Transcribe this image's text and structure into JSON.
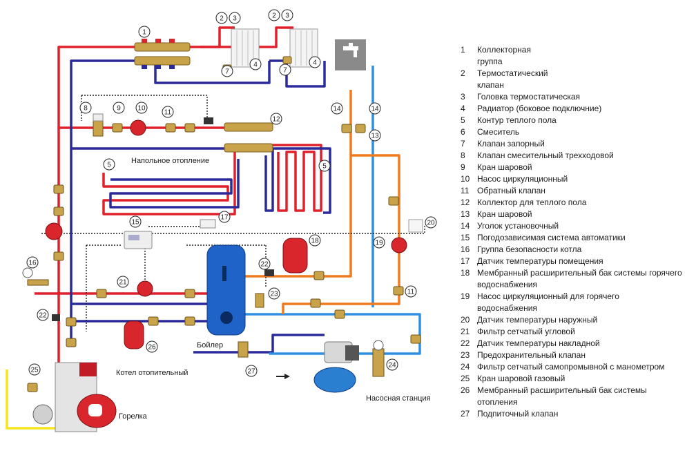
{
  "colors": {
    "hot": "#e0202a",
    "return": "#2a2a9a",
    "cold": "#2f8fe0",
    "dhw": "#f07a1e",
    "gas": "#f5e51a",
    "boiler_tank": "#1f63c8",
    "expansion_tank": "#d9262c",
    "signal": "#222222"
  },
  "diagram": {
    "labels": {
      "floor_heating": "Напольное отопление",
      "boiler": "Бойлер",
      "heating_boiler": "Котел отопительный",
      "burner": "Горелка",
      "pump_station": "Насосная станция"
    },
    "callouts": [
      {
        "id": "c1",
        "text": "1"
      },
      {
        "id": "c2a",
        "text": "2"
      },
      {
        "id": "c3a",
        "text": "3"
      },
      {
        "id": "c2b",
        "text": "2"
      },
      {
        "id": "c3b",
        "text": "3"
      },
      {
        "id": "c4a",
        "text": "4"
      },
      {
        "id": "c4b",
        "text": "4"
      },
      {
        "id": "c7a",
        "text": "7"
      },
      {
        "id": "c7b",
        "text": "7"
      },
      {
        "id": "c8",
        "text": "8"
      },
      {
        "id": "c9",
        "text": "9"
      },
      {
        "id": "c10",
        "text": "10"
      },
      {
        "id": "c11a",
        "text": "11"
      },
      {
        "id": "c12",
        "text": "12"
      },
      {
        "id": "c5a",
        "text": "5"
      },
      {
        "id": "c5b",
        "text": "5"
      },
      {
        "id": "c14a",
        "text": "14"
      },
      {
        "id": "c14b",
        "text": "14"
      },
      {
        "id": "c13",
        "text": "13"
      },
      {
        "id": "c15",
        "text": "15"
      },
      {
        "id": "c17",
        "text": "17"
      },
      {
        "id": "c16",
        "text": "16"
      },
      {
        "id": "c18",
        "text": "18"
      },
      {
        "id": "c19",
        "text": "19"
      },
      {
        "id": "c20",
        "text": "20"
      },
      {
        "id": "c21",
        "text": "21"
      },
      {
        "id": "c22a",
        "text": "22"
      },
      {
        "id": "c22b",
        "text": "22"
      },
      {
        "id": "c23",
        "text": "23"
      },
      {
        "id": "c11b",
        "text": "11"
      },
      {
        "id": "c26",
        "text": "26"
      },
      {
        "id": "c27",
        "text": "27"
      },
      {
        "id": "c24",
        "text": "24"
      },
      {
        "id": "c25",
        "text": "25"
      }
    ]
  },
  "legend": [
    {
      "num": "1",
      "text": "Коллекторная\nгруппа"
    },
    {
      "num": "2",
      "text": "Термостатический\nклапан"
    },
    {
      "num": "3",
      "text": "Головка термостатическая"
    },
    {
      "num": "4",
      "text": "Радиатор (боковое подключние)"
    },
    {
      "num": "5",
      "text": "Контур теплого пола"
    },
    {
      "num": "6",
      "text": "Смеситель"
    },
    {
      "num": "7",
      "text": "Клапан запорный"
    },
    {
      "num": "8",
      "text": "Клапан смесительный трехходовой"
    },
    {
      "num": "9",
      "text": "Кран шаровой"
    },
    {
      "num": "10",
      "text": "Насос циркуляционный"
    },
    {
      "num": "11",
      "text": "Обратный клапан"
    },
    {
      "num": "12",
      "text": "Коллектор для теплого пола"
    },
    {
      "num": "13",
      "text": "Кран шаровой"
    },
    {
      "num": "14",
      "text": "Уголок установочный"
    },
    {
      "num": "15",
      "text": "Погодозависимая система автоматики"
    },
    {
      "num": "16",
      "text": "Группа безопасности котла"
    },
    {
      "num": "17",
      "text": "Датчик температуры помещения"
    },
    {
      "num": "18",
      "text": "Мембранный расширительный бак системы горячего\nводоснабжения"
    },
    {
      "num": "19",
      "text": "Насос циркуляционный для горячего\nводоснабжения"
    },
    {
      "num": "20",
      "text": "Датчик температуры наружный"
    },
    {
      "num": "21",
      "text": "Фильтр сетчатый угловой"
    },
    {
      "num": "22",
      "text": "Датчик температуры накладной"
    },
    {
      "num": "23",
      "text": "Предохранительный клапан"
    },
    {
      "num": "24",
      "text": "Фильтр сетчатый самопромывной  с манометром"
    },
    {
      "num": "25",
      "text": "Кран шаровой газовый"
    },
    {
      "num": "26",
      "text": "Мембранный расширительный бак системы\nотопления"
    },
    {
      "num": "27",
      "text": "Подпиточный клапан"
    }
  ]
}
